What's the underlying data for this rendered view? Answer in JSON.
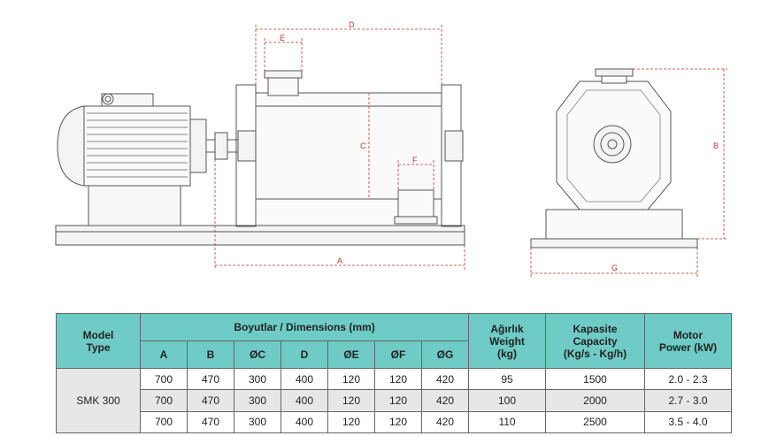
{
  "drawing": {
    "dimension_labels": {
      "A": "A",
      "B": "B",
      "C": "C",
      "D": "D",
      "E": "E",
      "F": "F",
      "G": "G"
    },
    "line_color": "#555555",
    "dimension_color": "#c0392b"
  },
  "table": {
    "header": {
      "model_type_line1": "Model",
      "model_type_line2": "Type",
      "dimensions": "Boyutlar / Dimensions (mm)",
      "weight_line1": "Ağırlık",
      "weight_line2": "Weight",
      "weight_line3": "(kg)",
      "capacity_line1": "Kapasite",
      "capacity_line2": "Capacity",
      "capacity_line3": "(Kg/s - Kg/h)",
      "power_line1": "Motor",
      "power_line2": "Power (kW)",
      "columns": [
        "A",
        "B",
        "ØC",
        "D",
        "ØE",
        "ØF",
        "ØG"
      ]
    },
    "model": "SMK 300",
    "rows": [
      {
        "A": "700",
        "B": "470",
        "C": "300",
        "D": "400",
        "E": "120",
        "F": "120",
        "G": "420",
        "weight": "95",
        "capacity": "1500",
        "power": "2.0 - 2.3"
      },
      {
        "A": "700",
        "B": "470",
        "C": "300",
        "D": "400",
        "E": "120",
        "F": "120",
        "G": "420",
        "weight": "100",
        "capacity": "2000",
        "power": "2.7 - 3.0"
      },
      {
        "A": "700",
        "B": "470",
        "C": "300",
        "D": "400",
        "E": "120",
        "F": "120",
        "G": "420",
        "weight": "110",
        "capacity": "2500",
        "power": "3.5 - 4.0"
      }
    ],
    "header_color": "#6fcbc6",
    "row_shade_color": "#e7e7e8"
  }
}
